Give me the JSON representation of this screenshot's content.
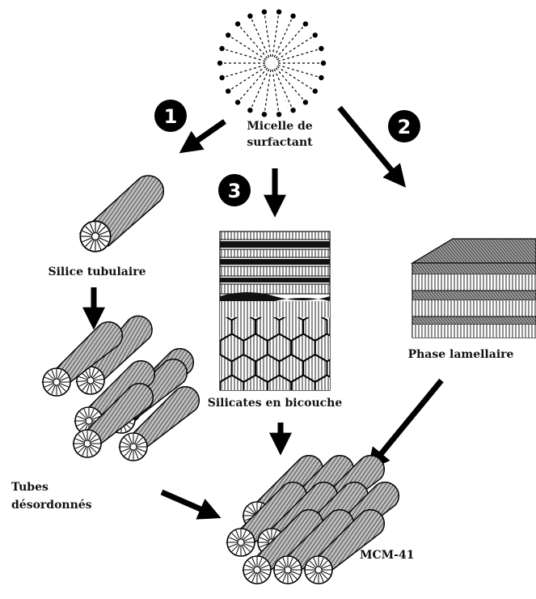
{
  "labels": {
    "micelle_line1": "Micelle de",
    "micelle_line2": "surfactant",
    "silice_tubulaire": "Silice tubulaire",
    "tubes_line1": "Tubes",
    "tubes_line2": "désordonnés",
    "silicates_bicouche": "Silicates en bicouche",
    "phase_lamellaire": "Phase lamellaire",
    "mcm41": "MCM-41"
  },
  "routes": {
    "route1": "1",
    "route2": "2",
    "route3": "3"
  },
  "colors": {
    "ink": "#000000",
    "hatch": "#3a3a3a",
    "background": "#ffffff"
  }
}
